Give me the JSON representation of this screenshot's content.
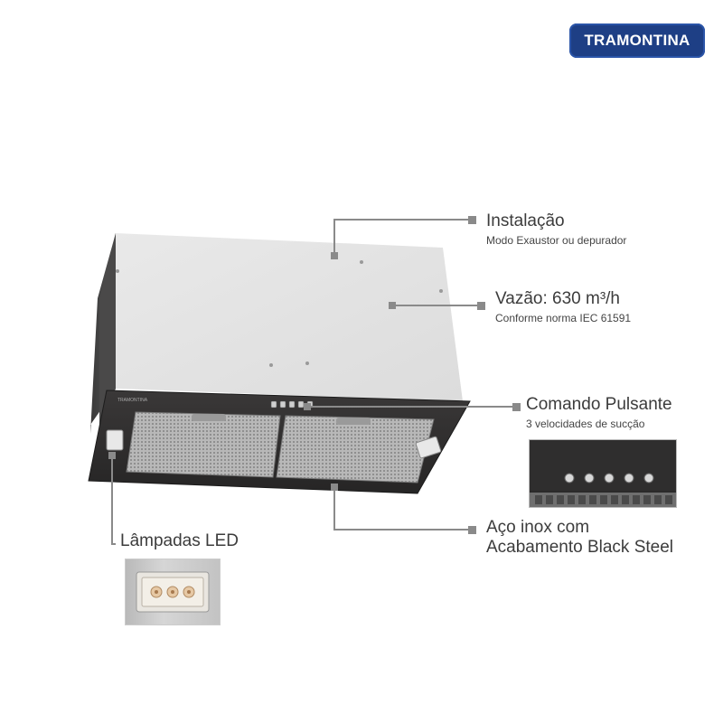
{
  "brand": {
    "logo_text": "TRAMONTINA",
    "color": "#1e3f85"
  },
  "callouts": {
    "instalacao": {
      "title": "Instalação",
      "subtitle": "Modo Exaustor ou depurador"
    },
    "vazao": {
      "title": "Vazão: 630 m³/h",
      "subtitle": "Conforme norma IEC 61591"
    },
    "comando": {
      "title": "Comando Pulsante",
      "subtitle": "3 velocidades de sucção"
    },
    "aco": {
      "title_line1": "Aço inox com",
      "title_line2": "Acabamento Black Steel"
    },
    "lampadas": {
      "title": "Lâmpadas LED"
    }
  },
  "product": {
    "panel_label": "TRAMONTINA",
    "finish": "Black Steel"
  },
  "colors": {
    "leader": "#8a8a8a",
    "panel": "#2e2d2d",
    "steel_top": "#e6e6e6"
  }
}
